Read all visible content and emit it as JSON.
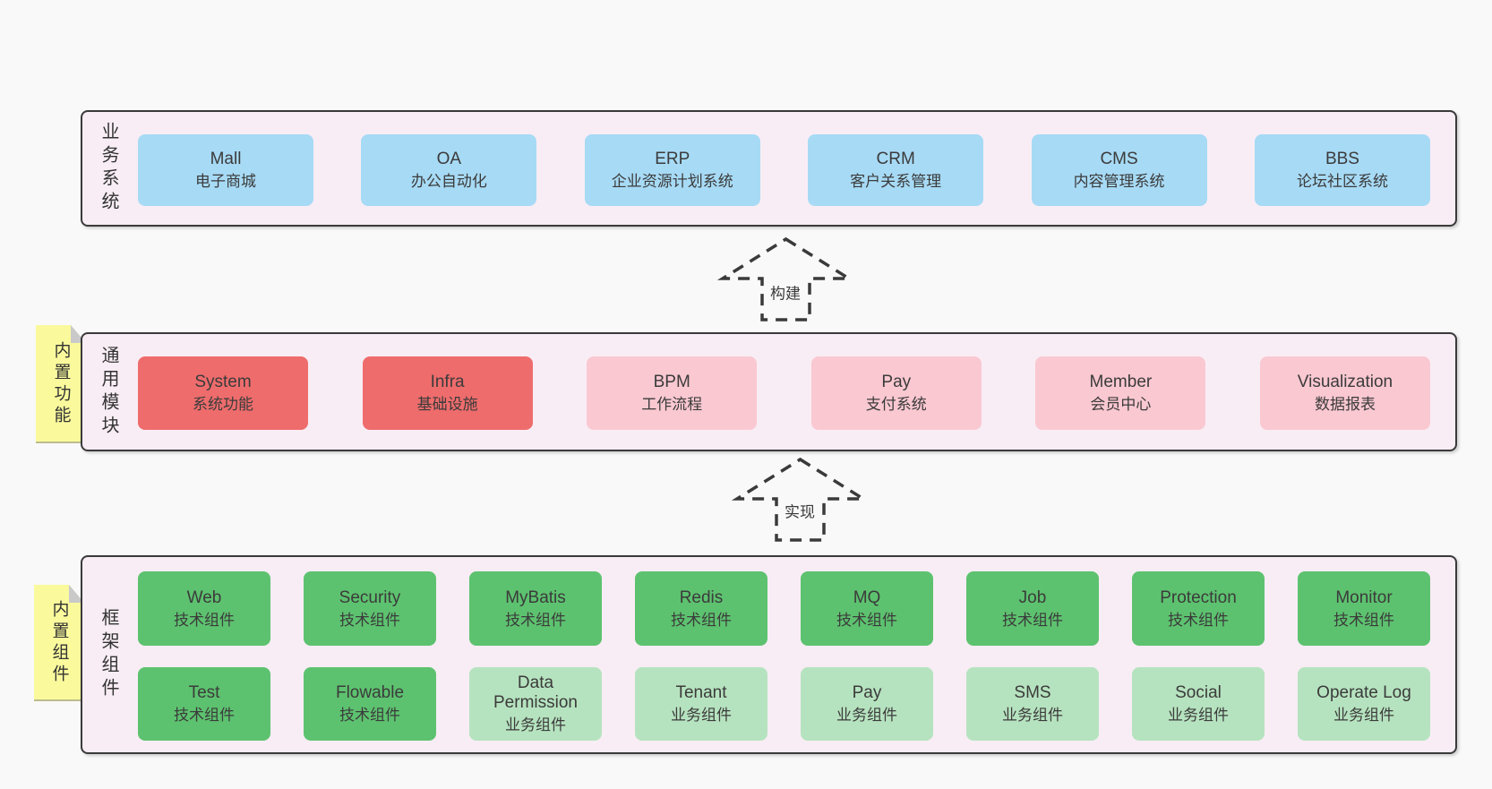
{
  "arrows": {
    "build_label": "构建",
    "implement_label": "实现"
  },
  "stickies": {
    "modules": "内置功能",
    "components": "内置组件"
  },
  "layers": {
    "business": {
      "label": "业务系统",
      "boxes": [
        {
          "name": "Mall",
          "sub": "电子商城",
          "variant": "blue"
        },
        {
          "name": "OA",
          "sub": "办公自动化",
          "variant": "blue"
        },
        {
          "name": "ERP",
          "sub": "企业资源计划系统",
          "variant": "blue"
        },
        {
          "name": "CRM",
          "sub": "客户关系管理",
          "variant": "blue"
        },
        {
          "name": "CMS",
          "sub": "内容管理系统",
          "variant": "blue"
        },
        {
          "name": "BBS",
          "sub": "论坛社区系统",
          "variant": "blue"
        }
      ]
    },
    "modules": {
      "label": "通用模块",
      "boxes": [
        {
          "name": "System",
          "sub": "系统功能",
          "variant": "red"
        },
        {
          "name": "Infra",
          "sub": "基础设施",
          "variant": "red"
        },
        {
          "name": "BPM",
          "sub": "工作流程",
          "variant": "pink"
        },
        {
          "name": "Pay",
          "sub": "支付系统",
          "variant": "pink"
        },
        {
          "name": "Member",
          "sub": "会员中心",
          "variant": "pink"
        },
        {
          "name": "Visualization",
          "sub": "数据报表",
          "variant": "pink"
        }
      ]
    },
    "components": {
      "label": "框架组件",
      "row1": [
        {
          "name": "Web",
          "sub": "技术组件",
          "variant": "green"
        },
        {
          "name": "Security",
          "sub": "技术组件",
          "variant": "green"
        },
        {
          "name": "MyBatis",
          "sub": "技术组件",
          "variant": "green"
        },
        {
          "name": "Redis",
          "sub": "技术组件",
          "variant": "green"
        },
        {
          "name": "MQ",
          "sub": "技术组件",
          "variant": "green"
        },
        {
          "name": "Job",
          "sub": "技术组件",
          "variant": "green"
        },
        {
          "name": "Protection",
          "sub": "技术组件",
          "variant": "green"
        },
        {
          "name": "Monitor",
          "sub": "技术组件",
          "variant": "green"
        }
      ],
      "row2": [
        {
          "name": "Test",
          "sub": "技术组件",
          "variant": "green"
        },
        {
          "name": "Flowable",
          "sub": "技术组件",
          "variant": "green"
        },
        {
          "name": "Data Permission",
          "sub": "业务组件",
          "variant": "light_green"
        },
        {
          "name": "Tenant",
          "sub": "业务组件",
          "variant": "light_green"
        },
        {
          "name": "Pay",
          "sub": "业务组件",
          "variant": "light_green"
        },
        {
          "name": "SMS",
          "sub": "业务组件",
          "variant": "light_green"
        },
        {
          "name": "Social",
          "sub": "业务组件",
          "variant": "light_green"
        },
        {
          "name": "Operate Log",
          "sub": "业务组件",
          "variant": "light_green"
        }
      ]
    }
  },
  "colors": {
    "page_bg": "#f9f9f9",
    "panel_pink": "#f8edf5",
    "outline": "#3a3a3a",
    "box_blue": "#a7daf5",
    "box_red": "#ef6c6c",
    "box_pink": "#fac8d1",
    "box_green": "#5dc26f",
    "box_light_green": "#b6e3bf",
    "sticky_yellow": "#fafa9d",
    "sticky_fold": "#c9c9c9"
  }
}
